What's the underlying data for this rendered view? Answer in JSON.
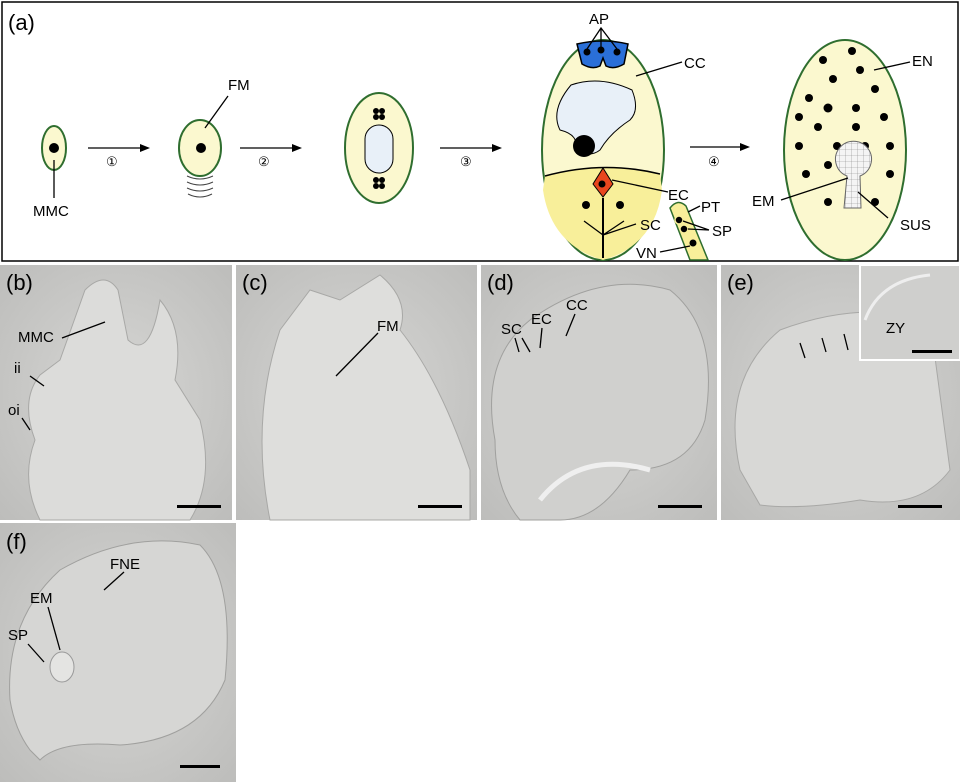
{
  "panel_a": {
    "label": "(a)",
    "steps": [
      "①",
      "②",
      "③",
      "④"
    ],
    "labels": {
      "mmc": "MMC",
      "fm": "FM",
      "ap": "AP",
      "cc": "CC",
      "ec": "EC",
      "sc": "SC",
      "pt": "PT",
      "sp": "SP",
      "vn": "VN",
      "en": "EN",
      "em": "EM",
      "sus": "SUS"
    }
  },
  "panel_b": {
    "label": "(b)",
    "labels": [
      "MMC",
      "ii",
      "oi"
    ]
  },
  "panel_c": {
    "label": "(c)",
    "labels": [
      "FM"
    ]
  },
  "panel_d": {
    "label": "(d)",
    "labels": [
      "SC",
      "EC",
      "CC"
    ]
  },
  "panel_e": {
    "label": "(e)",
    "labels": [
      "ZY"
    ]
  },
  "panel_f": {
    "label": "(f)",
    "labels": [
      "FNE",
      "EM",
      "SP"
    ]
  },
  "colors": {
    "cell_fill": "#fbf8cf",
    "cell_outline": "#2f6e2f",
    "vacuole": "#e8f0f8",
    "antipodal": "#2a6fd8",
    "egg": "#e8461e",
    "synergid": "#f8ef9a",
    "micrograph": "#c8c8c6"
  }
}
